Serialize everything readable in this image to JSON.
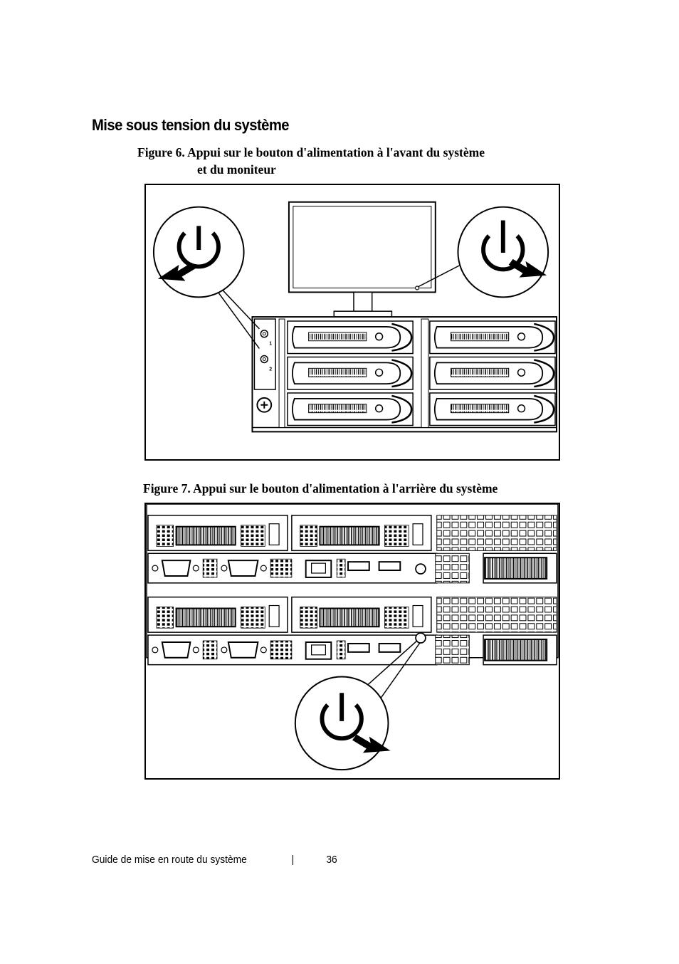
{
  "section": {
    "title": "Mise sous tension du système"
  },
  "figure6": {
    "caption_line1": "Figure 6. Appui sur le bouton d'alimentation à l'avant du système",
    "caption_line2": "et du moniteur",
    "bay_labels": [
      "1",
      "2"
    ]
  },
  "figure7": {
    "caption": "Figure 7. Appui sur le bouton d'alimentation à l'arrière du système"
  },
  "icons": {
    "power": "power-icon",
    "arrow": "press-arrow-icon"
  },
  "footer": {
    "doc_title": "Guide de mise en route du système",
    "separator": "|",
    "page_number": "36"
  }
}
